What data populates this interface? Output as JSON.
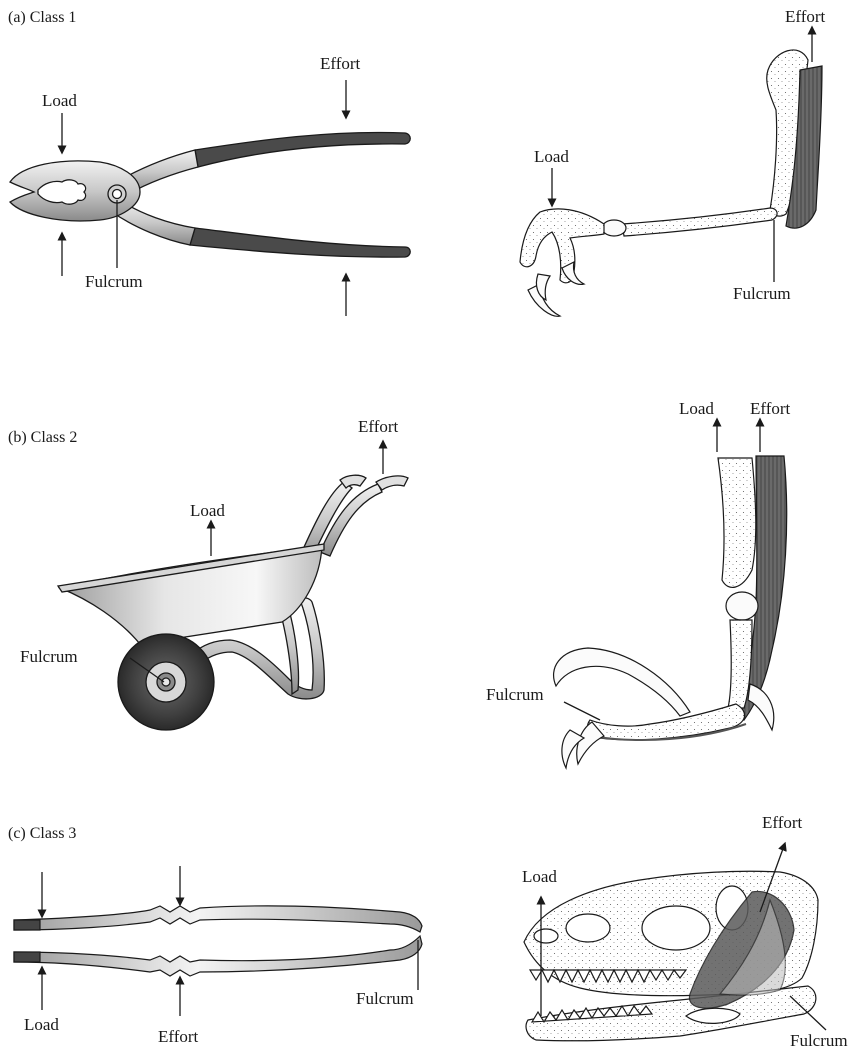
{
  "panels": [
    {
      "title": "(a)  Class 1",
      "tool_labels": {
        "load": "Load",
        "effort": "Effort",
        "fulcrum": "Fulcrum"
      },
      "anatomy_labels": {
        "load": "Load",
        "effort": "Effort",
        "fulcrum": "Fulcrum"
      }
    },
    {
      "title": "(b)  Class 2",
      "tool_labels": {
        "load": "Load",
        "effort": "Effort",
        "fulcrum": "Fulcrum"
      },
      "anatomy_labels": {
        "load": "Load",
        "effort": "Effort",
        "fulcrum": "Fulcrum"
      }
    },
    {
      "title": "(c)  Class 3",
      "tool_labels": {
        "load": "Load",
        "effort": "Effort",
        "fulcrum": "Fulcrum"
      },
      "anatomy_labels": {
        "load": "Load",
        "effort": "Effort",
        "fulcrum": "Fulcrum"
      }
    }
  ],
  "colors": {
    "ink": "#1a1a1a",
    "grip": "#4a4a4a",
    "metal_light": "#e8e8e8",
    "metal_dark": "#7a7a7a",
    "muscle": "#5a5a5a",
    "bone": "#fbfbfb"
  }
}
